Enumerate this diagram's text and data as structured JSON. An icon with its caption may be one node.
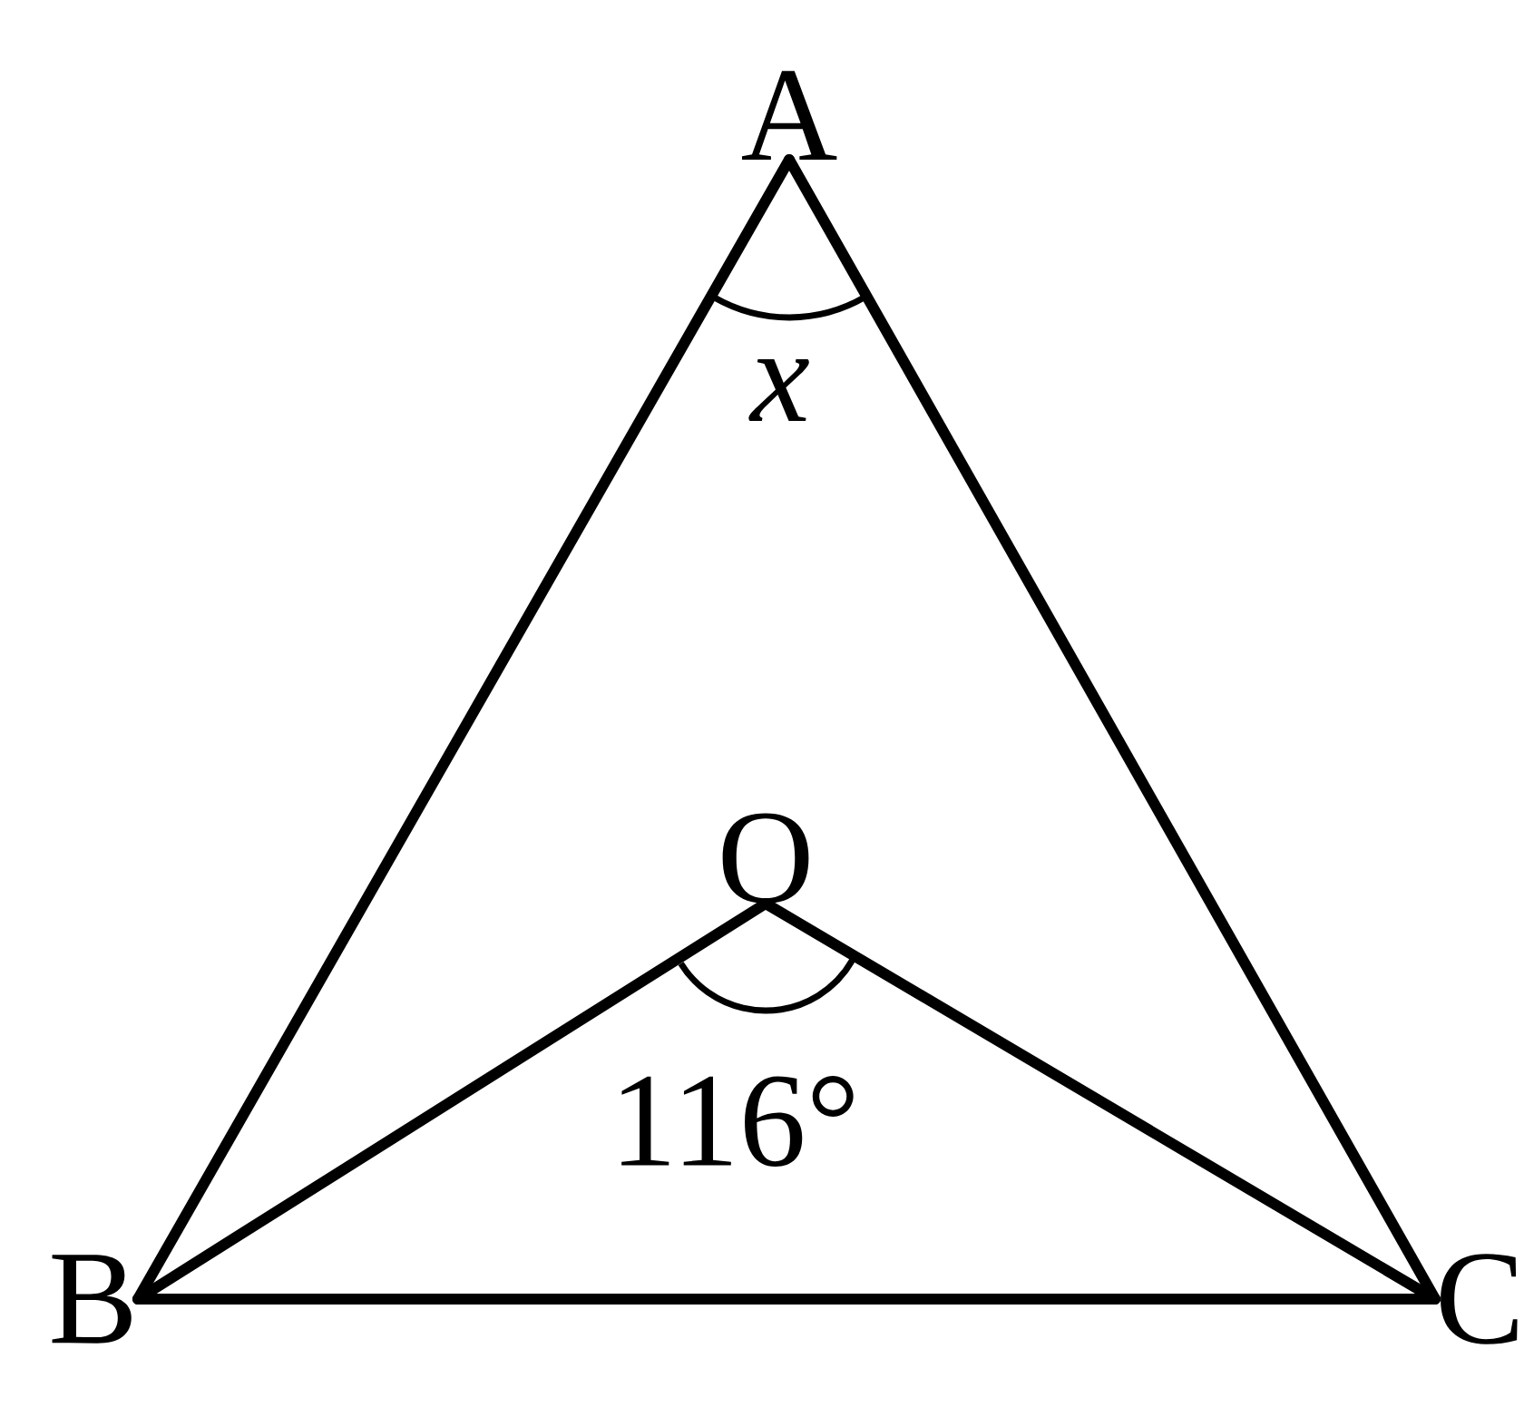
{
  "diagram": {
    "nodes": [
      {
        "text": [
          "A"
        ]
      },
      {
        "text": [
          "B"
        ]
      },
      {
        "text": [
          "C"
        ]
      },
      {
        "text": [
          "O"
        ]
      }
    ],
    "edges": [
      {
        "from": 0,
        "to": 1,
        "arrow": "none"
      },
      {
        "from": 0,
        "to": 2,
        "arrow": "none"
      },
      {
        "from": 1,
        "to": 2,
        "arrow": "none"
      },
      {
        "from": 3,
        "to": 1,
        "arrow": "none"
      },
      {
        "from": 3,
        "to": 2,
        "arrow": "none"
      }
    ],
    "labels": [
      "x",
      "116°"
    ]
  }
}
